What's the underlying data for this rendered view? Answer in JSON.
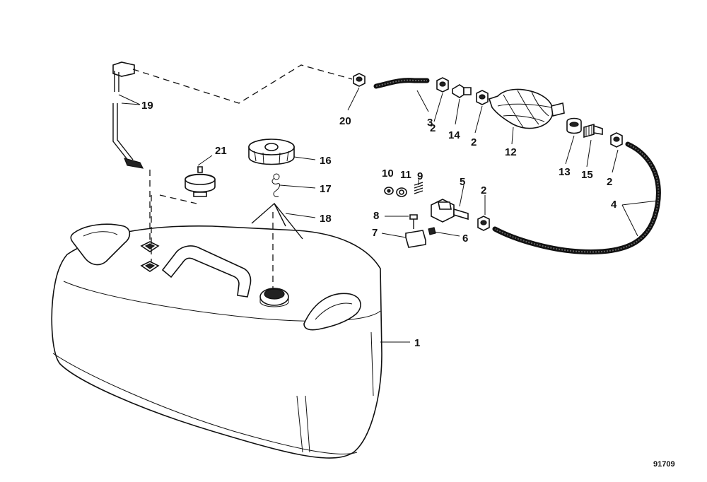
{
  "figure_number": "91709",
  "callouts": {
    "c1": "1",
    "c2a": "2",
    "c2b": "2",
    "c2c": "2",
    "c2d": "2",
    "c3": "3",
    "c4": "4",
    "c5": "5",
    "c6": "6",
    "c7": "7",
    "c8": "8",
    "c9": "9",
    "c10": "10",
    "c11": "11",
    "c12": "12",
    "c13": "13",
    "c14": "14",
    "c15": "15",
    "c16": "16",
    "c17": "17",
    "c18": "18",
    "c19": "19",
    "c20": "20",
    "c21": "21"
  }
}
